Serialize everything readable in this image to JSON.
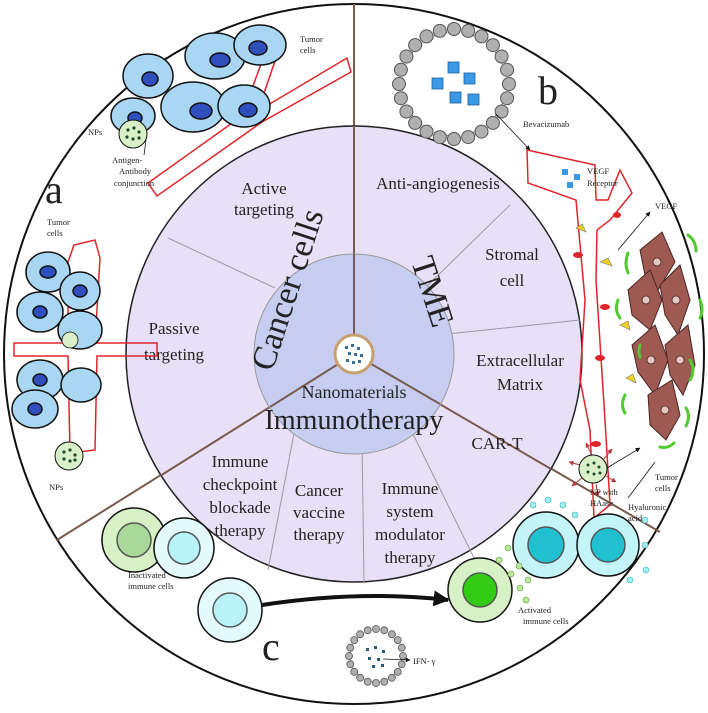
{
  "panel_letters": {
    "a": "a",
    "b": "b",
    "c": "c"
  },
  "center": {
    "cancer_cells": "Cancer cells",
    "tme": "TME",
    "nanomaterials": "Nanomaterials",
    "immunotherapy": "Immunotherapy"
  },
  "segments": {
    "active_targeting": [
      "Active",
      "targeting"
    ],
    "passive_targeting": [
      "Passive",
      "targeting"
    ],
    "anti_angiogenesis": [
      "Anti-angiogenesis"
    ],
    "stromal_cell": [
      "Stromal",
      "cell"
    ],
    "extracellular_matrix": [
      "Extracellular",
      "Matrix"
    ],
    "immune_checkpoint": [
      "Immune",
      "checkpoint",
      "blockade",
      "therapy"
    ],
    "cancer_vaccine": [
      "Cancer",
      "vaccine",
      "therapy"
    ],
    "immune_system_modulator": [
      "Immune",
      "system",
      "modulator",
      "therapy"
    ],
    "car_t": [
      "CAR-T"
    ]
  },
  "annotations": {
    "tumor_cells_top": [
      "Tumor",
      "cells"
    ],
    "nps_top": "NPs",
    "antigen_antibody": [
      "Antigen-",
      "Antibody",
      "conjunction"
    ],
    "tumor_cells_left": [
      "Tumor",
      "cells"
    ],
    "nps_left": "NPs",
    "bevacizumab": "Bevacizumab",
    "vegf_receptor": [
      "VEGF",
      "Receptor"
    ],
    "vegf": "VEGF",
    "tumor_cells_right": [
      "Tumor",
      "cells"
    ],
    "np_with_haase": [
      "NP with",
      "HAase"
    ],
    "hyaluronic_acid": [
      "Hyaluronic",
      "acid"
    ],
    "inactivated_immune_cells": [
      "Inactivated",
      "immune cells"
    ],
    "activated_immune_cells": [
      "Activated",
      "immune cells"
    ],
    "ifn_gamma": "IFN- γ"
  },
  "colors": {
    "ring_fill": "#e8e0f6",
    "center_fill": "#c6cdf0",
    "tumor_cell": "#a9d6f2",
    "nucleus": "#2f4fbf",
    "vessel": "#e0252a",
    "stromal": "#9e5a52",
    "divider": "#7a5a4e",
    "immune_light": "#d8f0c6",
    "immune_active": "#a8ee7a",
    "immune_cyan": "#b9f2f7"
  }
}
